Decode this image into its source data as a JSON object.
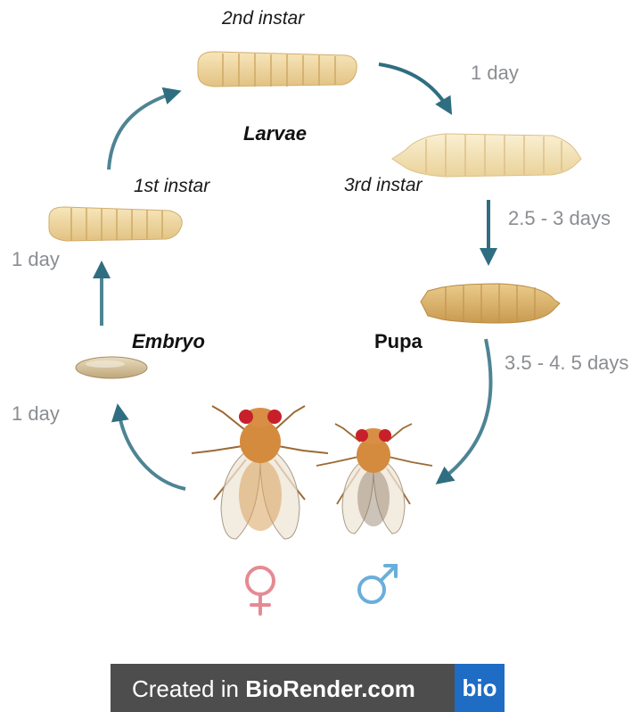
{
  "labels": {
    "second_instar": "2nd instar",
    "larvae": "Larvae",
    "first_instar": "1st instar",
    "third_instar": "3rd instar",
    "embryo": "Embryo",
    "pupa": "Pupa"
  },
  "durations": {
    "d2_to_3": "1 day",
    "d3_to_pupa": "2.5 - 3 days",
    "pupa_to_adult": "3.5 - 4. 5 days",
    "embryo_to_1st": "1 day",
    "adult_to_embryo": "1 day"
  },
  "symbols": {
    "female": "female-symbol-icon",
    "male": "male-symbol-icon"
  },
  "footer": {
    "created_in": "Created in ",
    "brand": "BioRender.com",
    "logo": "bio"
  },
  "colors": {
    "arrow": "#2f6e80",
    "larva": "#f0d9a2",
    "pupa": "#d9b46d",
    "female": "#e58a93",
    "male": "#6aaedb",
    "footer_bg": "#4d4d4d",
    "logo_bg": "#1f6cc4"
  }
}
